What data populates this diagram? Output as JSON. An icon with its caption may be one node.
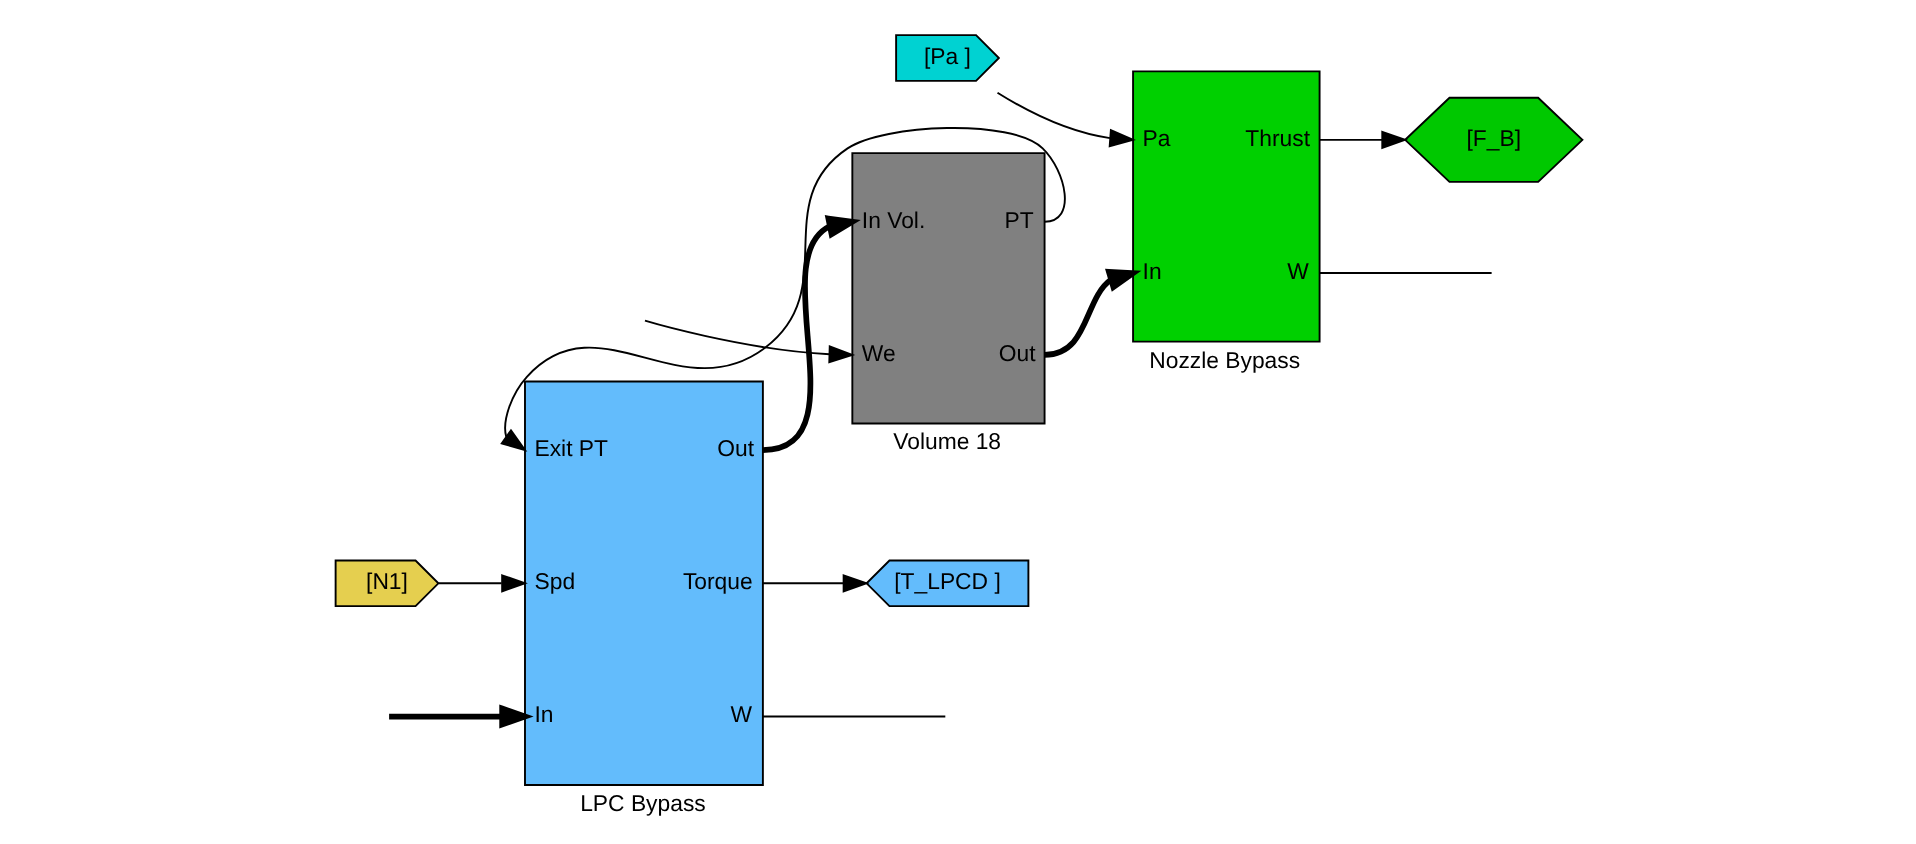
{
  "diagram": {
    "nodes": [
      {
        "text": [
          "Exit PT",
          "Out",
          "Spd",
          "Torque",
          "In",
          "W"
        ],
        "beside": [
          "LPC Bypass"
        ]
      },
      {
        "text": [
          "[N1]"
        ]
      },
      {
        "text": [
          "[T_LPCD ]"
        ]
      },
      {
        "text": [
          "In Vol.",
          "PT",
          "We",
          "Out"
        ],
        "beside": [
          "Volume 18"
        ]
      },
      {
        "text": [
          "[Pa ]"
        ]
      },
      {
        "text": [
          "Pa",
          "Thrust",
          "In",
          "W"
        ],
        "beside": [
          "Nozzle Bypass"
        ]
      },
      {
        "text": [
          "[F_B]"
        ]
      }
    ],
    "edges": [
      {
        "from": 3,
        "to": 0,
        "arrow": "to"
      },
      {
        "from": 0,
        "to": 3,
        "arrow": "to",
        "style": "thick"
      },
      {
        "from": 1,
        "to": 0,
        "arrow": "to"
      },
      {
        "from": 0,
        "to": 2,
        "arrow": "to"
      },
      {
        "from": 0,
        "to": null,
        "arrow": "none"
      },
      {
        "from": null,
        "to": 0,
        "arrow": "to",
        "style": "thick"
      },
      {
        "from": null,
        "to": 3,
        "arrow": "to"
      },
      {
        "from": 3,
        "to": 5,
        "arrow": "to",
        "style": "thick"
      },
      {
        "from": 4,
        "to": 5,
        "arrow": "to"
      },
      {
        "from": 5,
        "to": 6,
        "arrow": "to"
      },
      {
        "from": 5,
        "to": null,
        "arrow": "none"
      }
    ]
  }
}
